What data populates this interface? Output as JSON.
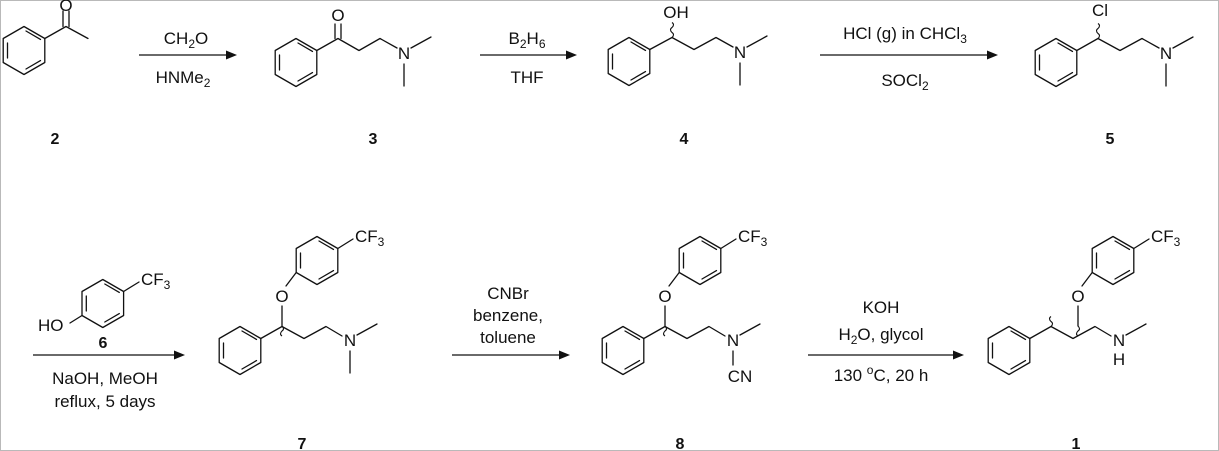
{
  "row1": {
    "compounds": [
      {
        "id": "2",
        "atoms": {
          "o": "O"
        }
      },
      {
        "id": "3",
        "atoms": {
          "o": "O",
          "n": "N"
        }
      },
      {
        "id": "4",
        "atoms": {
          "oh": "OH",
          "n": "N"
        }
      },
      {
        "id": "5",
        "atoms": {
          "cl": "Cl",
          "n": "N"
        }
      }
    ],
    "steps": [
      {
        "top": [
          "CH",
          "2",
          "O"
        ],
        "bottom": [
          "HNMe",
          "2",
          ""
        ]
      },
      {
        "top": [
          "B",
          "2",
          "H",
          "6",
          ""
        ],
        "bottom": "THF"
      },
      {
        "top": [
          "HCl (g) in CHCl",
          "3",
          ""
        ],
        "bottom": [
          "SOCl",
          "2",
          ""
        ]
      }
    ]
  },
  "row2": {
    "reagent": {
      "id": "6",
      "ho": "HO",
      "cf3": [
        "CF",
        "3"
      ]
    },
    "conditions_left": [
      "NaOH, MeOH",
      "reflux, 5 days"
    ],
    "compounds": [
      {
        "id": "7",
        "cf3": [
          "CF",
          "3"
        ],
        "o": "O",
        "n": "N"
      },
      {
        "id": "8",
        "cf3": [
          "CF",
          "3"
        ],
        "o": "O",
        "n": "N",
        "cn": "CN"
      },
      {
        "id": "1",
        "cf3": [
          "CF",
          "3"
        ],
        "o": "O",
        "n": "N",
        "h": "H"
      }
    ],
    "steps": [
      {
        "lines": [
          "CNBr",
          "benzene,",
          "toluene"
        ]
      },
      {
        "lines": [
          "KOH",
          [
            "H",
            "2",
            "O, glycol"
          ],
          [
            "130 ",
            "o",
            "C, 20 h"
          ]
        ]
      }
    ]
  }
}
